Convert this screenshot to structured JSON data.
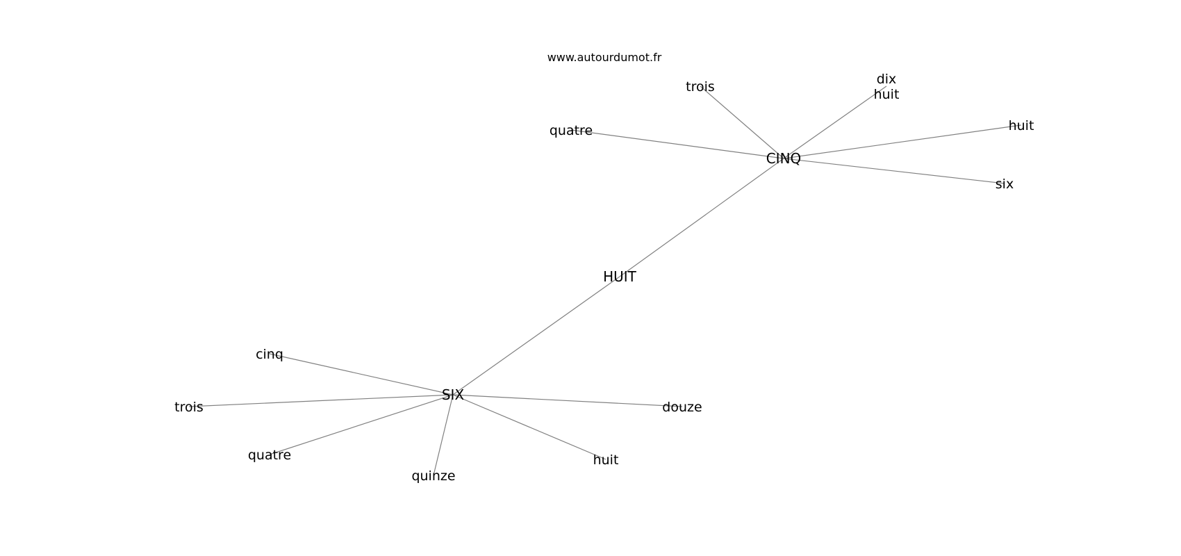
{
  "watermark": "www.autourdumot.fr",
  "edge_color": "#808080",
  "text_color": "#000000",
  "background": "#ffffff",
  "nodes": [
    {
      "id": "cinq_hub",
      "lines": [
        "CINQ"
      ],
      "role": "hub"
    },
    {
      "id": "huit_hub",
      "lines": [
        "HUIT"
      ],
      "role": "hub"
    },
    {
      "id": "six_hub",
      "lines": [
        "SIX"
      ],
      "role": "hub"
    },
    {
      "id": "cinq_trois",
      "lines": [
        "trois"
      ],
      "role": "leaf"
    },
    {
      "id": "cinq_dix_huit",
      "lines": [
        "dix",
        "huit"
      ],
      "role": "leaf"
    },
    {
      "id": "cinq_quatre",
      "lines": [
        "quatre"
      ],
      "role": "leaf"
    },
    {
      "id": "cinq_huit",
      "lines": [
        "huit"
      ],
      "role": "leaf"
    },
    {
      "id": "cinq_six",
      "lines": [
        "six"
      ],
      "role": "leaf"
    },
    {
      "id": "six_cinq",
      "lines": [
        "cinq"
      ],
      "role": "leaf"
    },
    {
      "id": "six_trois",
      "lines": [
        "trois"
      ],
      "role": "leaf"
    },
    {
      "id": "six_quatre",
      "lines": [
        "quatre"
      ],
      "role": "leaf"
    },
    {
      "id": "six_quinze",
      "lines": [
        "quinze"
      ],
      "role": "leaf"
    },
    {
      "id": "six_huit",
      "lines": [
        "huit"
      ],
      "role": "leaf"
    },
    {
      "id": "six_douze",
      "lines": [
        "douze"
      ],
      "role": "leaf"
    }
  ],
  "edges": [
    [
      "huit_hub",
      "cinq_hub"
    ],
    [
      "huit_hub",
      "six_hub"
    ],
    [
      "cinq_hub",
      "cinq_trois"
    ],
    [
      "cinq_hub",
      "cinq_dix_huit"
    ],
    [
      "cinq_hub",
      "cinq_quatre"
    ],
    [
      "cinq_hub",
      "cinq_huit"
    ],
    [
      "cinq_hub",
      "cinq_six"
    ],
    [
      "six_hub",
      "six_cinq"
    ],
    [
      "six_hub",
      "six_trois"
    ],
    [
      "six_hub",
      "six_quatre"
    ],
    [
      "six_hub",
      "six_quinze"
    ],
    [
      "six_hub",
      "six_huit"
    ],
    [
      "six_hub",
      "six_douze"
    ]
  ]
}
